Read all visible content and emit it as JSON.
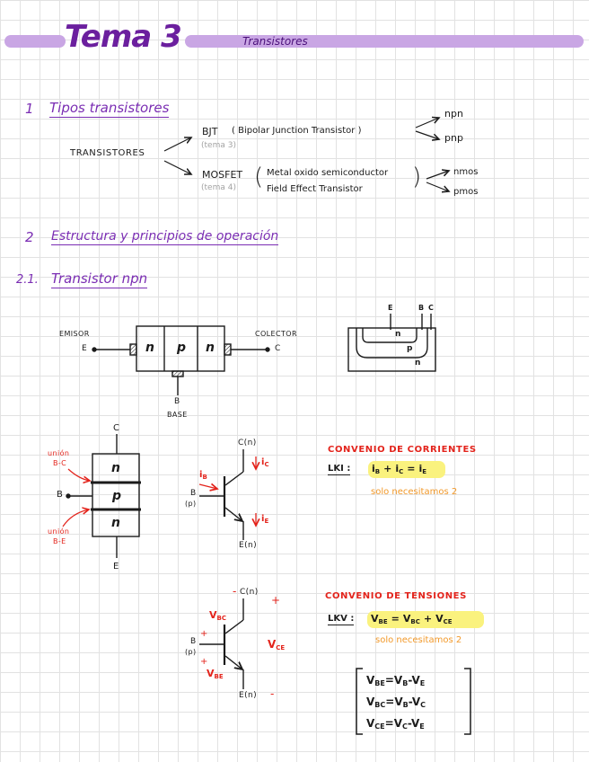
{
  "header": {
    "title": "Tema 3",
    "subtitle": "Transistores"
  },
  "section1": {
    "number": "1",
    "title": "Tipos transistores",
    "root": "TRANSISTORES",
    "bjt": {
      "abbr": "BJT",
      "full": "( Bipolar Junction Transistor )",
      "ref": "(tema 3)",
      "types": [
        "npn",
        "pnp"
      ]
    },
    "mosfet": {
      "abbr": "MOSFET",
      "ref": "(tema 4)",
      "open": "(",
      "close": ")",
      "line1": "Metal oxido semiconductor",
      "line2": "Field Effect Transistor",
      "types": [
        "nmos",
        "pmos"
      ]
    }
  },
  "section2": {
    "number": "2",
    "title": "Estructura y principios de operación"
  },
  "section21": {
    "number": "2.1.",
    "title": "Transistor npn"
  },
  "npn_block": {
    "emitter_label": "EMISOR",
    "emitter": "E",
    "collector_label": "COLECTOR",
    "collector": "C",
    "base": "B",
    "base_label": "BASE",
    "regions": [
      "n",
      "p",
      "n"
    ]
  },
  "cross_section": {
    "terminals": [
      "E",
      "B",
      "C"
    ],
    "regions": [
      "n",
      "p",
      "n"
    ]
  },
  "stack": {
    "collector": "C",
    "base": "B",
    "emitter": "E",
    "regions": [
      "n",
      "p",
      "n"
    ],
    "junction_bc": [
      "unión",
      "B-C"
    ],
    "junction_be": [
      "unión",
      "B-E"
    ]
  },
  "symbol_currents": {
    "collector": "C(n)",
    "base": "B",
    "base_type": "(p)",
    "emitter": "E(n)",
    "ib": [
      {
        "base": "i",
        "sub": "B"
      }
    ],
    "ic": [
      {
        "base": "i",
        "sub": "C"
      }
    ],
    "ie": [
      {
        "base": "i",
        "sub": "E"
      }
    ]
  },
  "currents": {
    "heading": "CONVENIO DE CORRIENTES",
    "law": "LKI :",
    "equation": [
      {
        "base": "i",
        "sub": "B"
      },
      {
        "op": "+"
      },
      {
        "base": "i",
        "sub": "C"
      },
      {
        "op": "="
      },
      {
        "base": "i",
        "sub": "E"
      }
    ],
    "note": "solo necesitamos 2"
  },
  "symbol_voltages": {
    "collector": "C(n)",
    "base": "B",
    "base_type": "(p)",
    "emitter": "E(n)",
    "plus": "+",
    "minus": "-",
    "vbc": [
      {
        "base": "V",
        "sub": "BC"
      }
    ],
    "vce": [
      {
        "base": "V",
        "sub": "CE"
      }
    ],
    "vbe": [
      {
        "base": "V",
        "sub": "BE"
      }
    ]
  },
  "voltages": {
    "heading": "CONVENIO DE TENSIONES",
    "law": "LKV :",
    "equation": [
      {
        "base": "V",
        "sub": "BE"
      },
      {
        "op": "="
      },
      {
        "base": "V",
        "sub": "BC"
      },
      {
        "op": "+"
      },
      {
        "base": "V",
        "sub": "CE"
      }
    ],
    "note": "solo necesitamos 2"
  },
  "definitions": [
    [
      {
        "base": "V",
        "sub": "BE"
      },
      {
        "op": "="
      },
      {
        "base": "V",
        "sub": "B"
      },
      {
        "op": "-"
      },
      {
        "base": "V",
        "sub": "E"
      }
    ],
    [
      {
        "base": "V",
        "sub": "BC"
      },
      {
        "op": "="
      },
      {
        "base": "V",
        "sub": "B"
      },
      {
        "op": "-"
      },
      {
        "base": "V",
        "sub": "C"
      }
    ],
    [
      {
        "base": "V",
        "sub": "CE"
      },
      {
        "op": "="
      },
      {
        "base": "V",
        "sub": "C"
      },
      {
        "op": "-"
      },
      {
        "base": "V",
        "sub": "E"
      }
    ]
  ],
  "colors": {
    "title": "#6b1f9e",
    "bar": "#c9a6e4",
    "heading": "#7a2db3",
    "red": "#e3231b",
    "orange": "#f2992a",
    "highlight": "#faf27e",
    "gray": "#a3a3a3"
  }
}
